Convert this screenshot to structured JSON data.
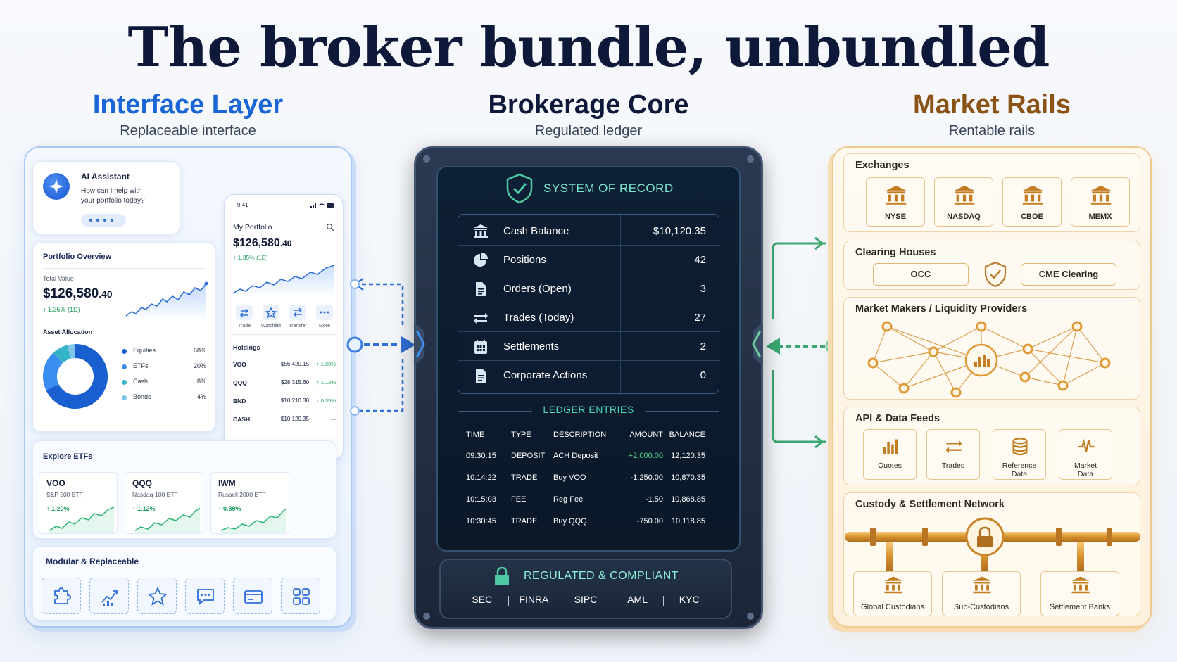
{
  "title": "The broker bundle, unbundled",
  "columns": {
    "interface": {
      "title": "Interface Layer",
      "subtitle": "Replaceable interface",
      "color": "#1a66d6"
    },
    "core": {
      "title": "Brokerage Core",
      "subtitle": "Regulated ledger",
      "color": "#0e1838"
    },
    "rails": {
      "title": "Market Rails",
      "subtitle": "Rentable rails",
      "color": "#8a5214"
    }
  },
  "assistant": {
    "title": "AI Assistant",
    "line1": "How can I help with",
    "line2": "your portfolio today?"
  },
  "portfolio_overview": {
    "title": "Portfolio Overview",
    "total_label": "Total Value",
    "total_main": "$126,580",
    "total_cents": ".40",
    "change": "↑ 1.35% (1D)",
    "allocation_title": "Asset Allocation",
    "allocation": [
      {
        "name": "Equities",
        "pct": "68%",
        "value": 68,
        "color": "#1a5fd0"
      },
      {
        "name": "ETFs",
        "pct": "20%",
        "value": 20,
        "color": "#3a8ef0"
      },
      {
        "name": "Cash",
        "pct": "8%",
        "value": 8,
        "color": "#36b3c9"
      },
      {
        "name": "Bonds",
        "pct": "4%",
        "value": 4,
        "color": "#7fc7e8"
      }
    ]
  },
  "phone": {
    "time": "9:41",
    "title": "My Portfolio",
    "value_main": "$126,580",
    "value_cents": ".40",
    "change": "↑ 1.35% (1D)",
    "actions": [
      "Trade",
      "Watchlist",
      "Transfer",
      "More"
    ],
    "holdings_title": "Holdings",
    "holdings": [
      {
        "symbol": "VOO",
        "value": "$56,420.15",
        "change": "↑ 1.20%"
      },
      {
        "symbol": "QQQ",
        "value": "$28,315.60",
        "change": "↑ 1.12%"
      },
      {
        "symbol": "BND",
        "value": "$10,210.30",
        "change": "↑ 0.35%"
      },
      {
        "symbol": "CASH",
        "value": "$10,120.35",
        "change": "—"
      }
    ]
  },
  "explore": {
    "title": "Explore ETFs",
    "etfs": [
      {
        "symbol": "VOO",
        "name": "S&P 500 ETF",
        "change": "↑ 1.20%"
      },
      {
        "symbol": "QQQ",
        "name": "Nasdaq-100 ETF",
        "change": "↑ 1.12%"
      },
      {
        "symbol": "IWM",
        "name": "Russell 2000 ETF",
        "change": "↑ 0.89%"
      }
    ]
  },
  "modular": {
    "title": "Modular & Replaceable",
    "icons": [
      "puzzle-icon",
      "chart-icon",
      "star-icon",
      "chat-icon",
      "card-icon",
      "grid-icon"
    ]
  },
  "core": {
    "system_title": "SYSTEM OF RECORD",
    "ledger": [
      {
        "icon": "bank-icon",
        "label": "Cash Balance",
        "value": "$10,120.35"
      },
      {
        "icon": "pie-icon",
        "label": "Positions",
        "value": "42"
      },
      {
        "icon": "document-icon",
        "label": "Orders (Open)",
        "value": "3"
      },
      {
        "icon": "arrows-icon",
        "label": "Trades (Today)",
        "value": "27"
      },
      {
        "icon": "calendar-icon",
        "label": "Settlements",
        "value": "2"
      },
      {
        "icon": "document-icon",
        "label": "Corporate Actions",
        "value": "0"
      }
    ],
    "entries_title": "LEDGER ENTRIES",
    "entries_headers": [
      "TIME",
      "TYPE",
      "DESCRIPTION",
      "AMOUNT",
      "BALANCE"
    ],
    "entries": [
      {
        "time": "09:30:15",
        "type": "DEPOSIT",
        "desc": "ACH Deposit",
        "amount": "+2,000.00",
        "balance": "12,120.35"
      },
      {
        "time": "10:14:22",
        "type": "TRADE",
        "desc": "Buy VOO",
        "amount": "-1,250.00",
        "balance": "10,870.35"
      },
      {
        "time": "10:15:03",
        "type": "FEE",
        "desc": "Reg Fee",
        "amount": "-1.50",
        "balance": "10,868.85"
      },
      {
        "time": "10:30:45",
        "type": "TRADE",
        "desc": "Buy QQQ",
        "amount": "-750.00",
        "balance": "10,118.85"
      }
    ],
    "compliance_title": "REGULATED & COMPLIANT",
    "regulators": [
      "SEC",
      "FINRA",
      "SIPC",
      "AML",
      "KYC"
    ]
  },
  "rails": {
    "exchanges_title": "Exchanges",
    "exchanges": [
      "NYSE",
      "NASDAQ",
      "CBOE",
      "MEMX"
    ],
    "clearing_title": "Clearing Houses",
    "clearing": [
      "OCC",
      "CME Clearing"
    ],
    "market_makers_title": "Market Makers / Liquidity Providers",
    "feeds_title": "API & Data Feeds",
    "feeds": [
      {
        "icon": "bars-icon",
        "label1": "Quotes",
        "label2": ""
      },
      {
        "icon": "arrows-icon",
        "label1": "Trades",
        "label2": ""
      },
      {
        "icon": "database-icon",
        "label1": "Reference",
        "label2": "Data"
      },
      {
        "icon": "pulse-icon",
        "label1": "Market",
        "label2": "Data"
      }
    ],
    "custody_title": "Custody & Settlement Network",
    "custodians": [
      "Global Custodians",
      "Sub-Custodians",
      "Settlement Banks"
    ]
  }
}
